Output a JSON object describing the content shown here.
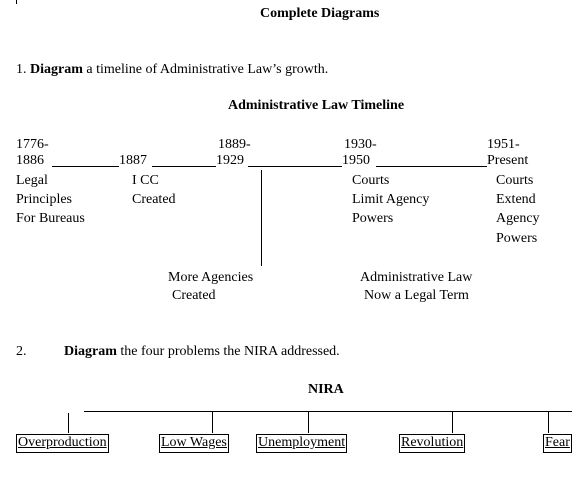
{
  "heading": "Complete Diagrams",
  "q1": {
    "number": "1.",
    "verb": "Diagram",
    "rest": " a timeline of Administrative Law’s growth.",
    "title": "Administrative Law Timeline",
    "periods": [
      {
        "years": [
          "1776-",
          "1886"
        ],
        "text": [
          "Legal",
          "Principles",
          "For Bureaus"
        ]
      },
      {
        "years": [
          "1887"
        ],
        "text": [
          "I CC",
          "Created"
        ]
      },
      {
        "years": [
          "1889-",
          "1929"
        ],
        "text": []
      },
      {
        "years": [
          "1930-",
          "1950"
        ],
        "text": [
          "Courts",
          "Limit Agency",
          "Powers"
        ]
      },
      {
        "years": [
          "1951-",
          "Present"
        ],
        "text": [
          "Courts",
          "Extend",
          "Agency",
          "Powers"
        ]
      }
    ],
    "lower_notes": [
      [
        "More Agencies",
        "Created"
      ],
      [
        "Administrative Law",
        "Now a Legal Term"
      ]
    ]
  },
  "q2": {
    "number": "2.",
    "verb": "Diagram",
    "rest": " the four problems the NIRA addressed.",
    "title": "NIRA",
    "problems": [
      "Overproduction",
      "Low Wages",
      "Unemployment",
      "Revolution",
      "Fear"
    ]
  }
}
